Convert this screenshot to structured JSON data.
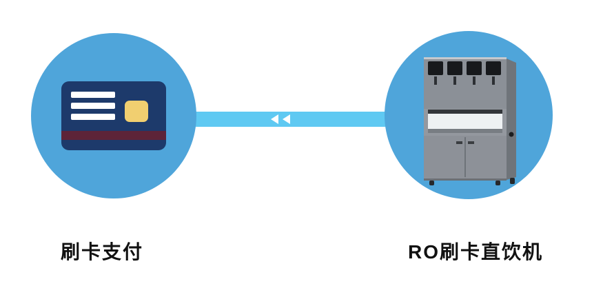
{
  "diagram": {
    "left_node": {
      "label": "刷卡支付",
      "icon": "credit-card"
    },
    "right_node": {
      "label": "RO刷卡直饮机",
      "icon": "ro-water-dispenser"
    },
    "connector": {
      "type": "bar-with-arrows",
      "direction": "left",
      "arrow_count": 2
    },
    "colors": {
      "node_circle": "#4FA5DA",
      "connector_bar": "#5FC9F2",
      "arrow": "#FFFFFF",
      "card_body": "#1D3A6B",
      "card_chip": "#F1CF70",
      "card_stripe": "#5D2438",
      "label_text": "#111111",
      "background": "#FFFFFF"
    }
  }
}
